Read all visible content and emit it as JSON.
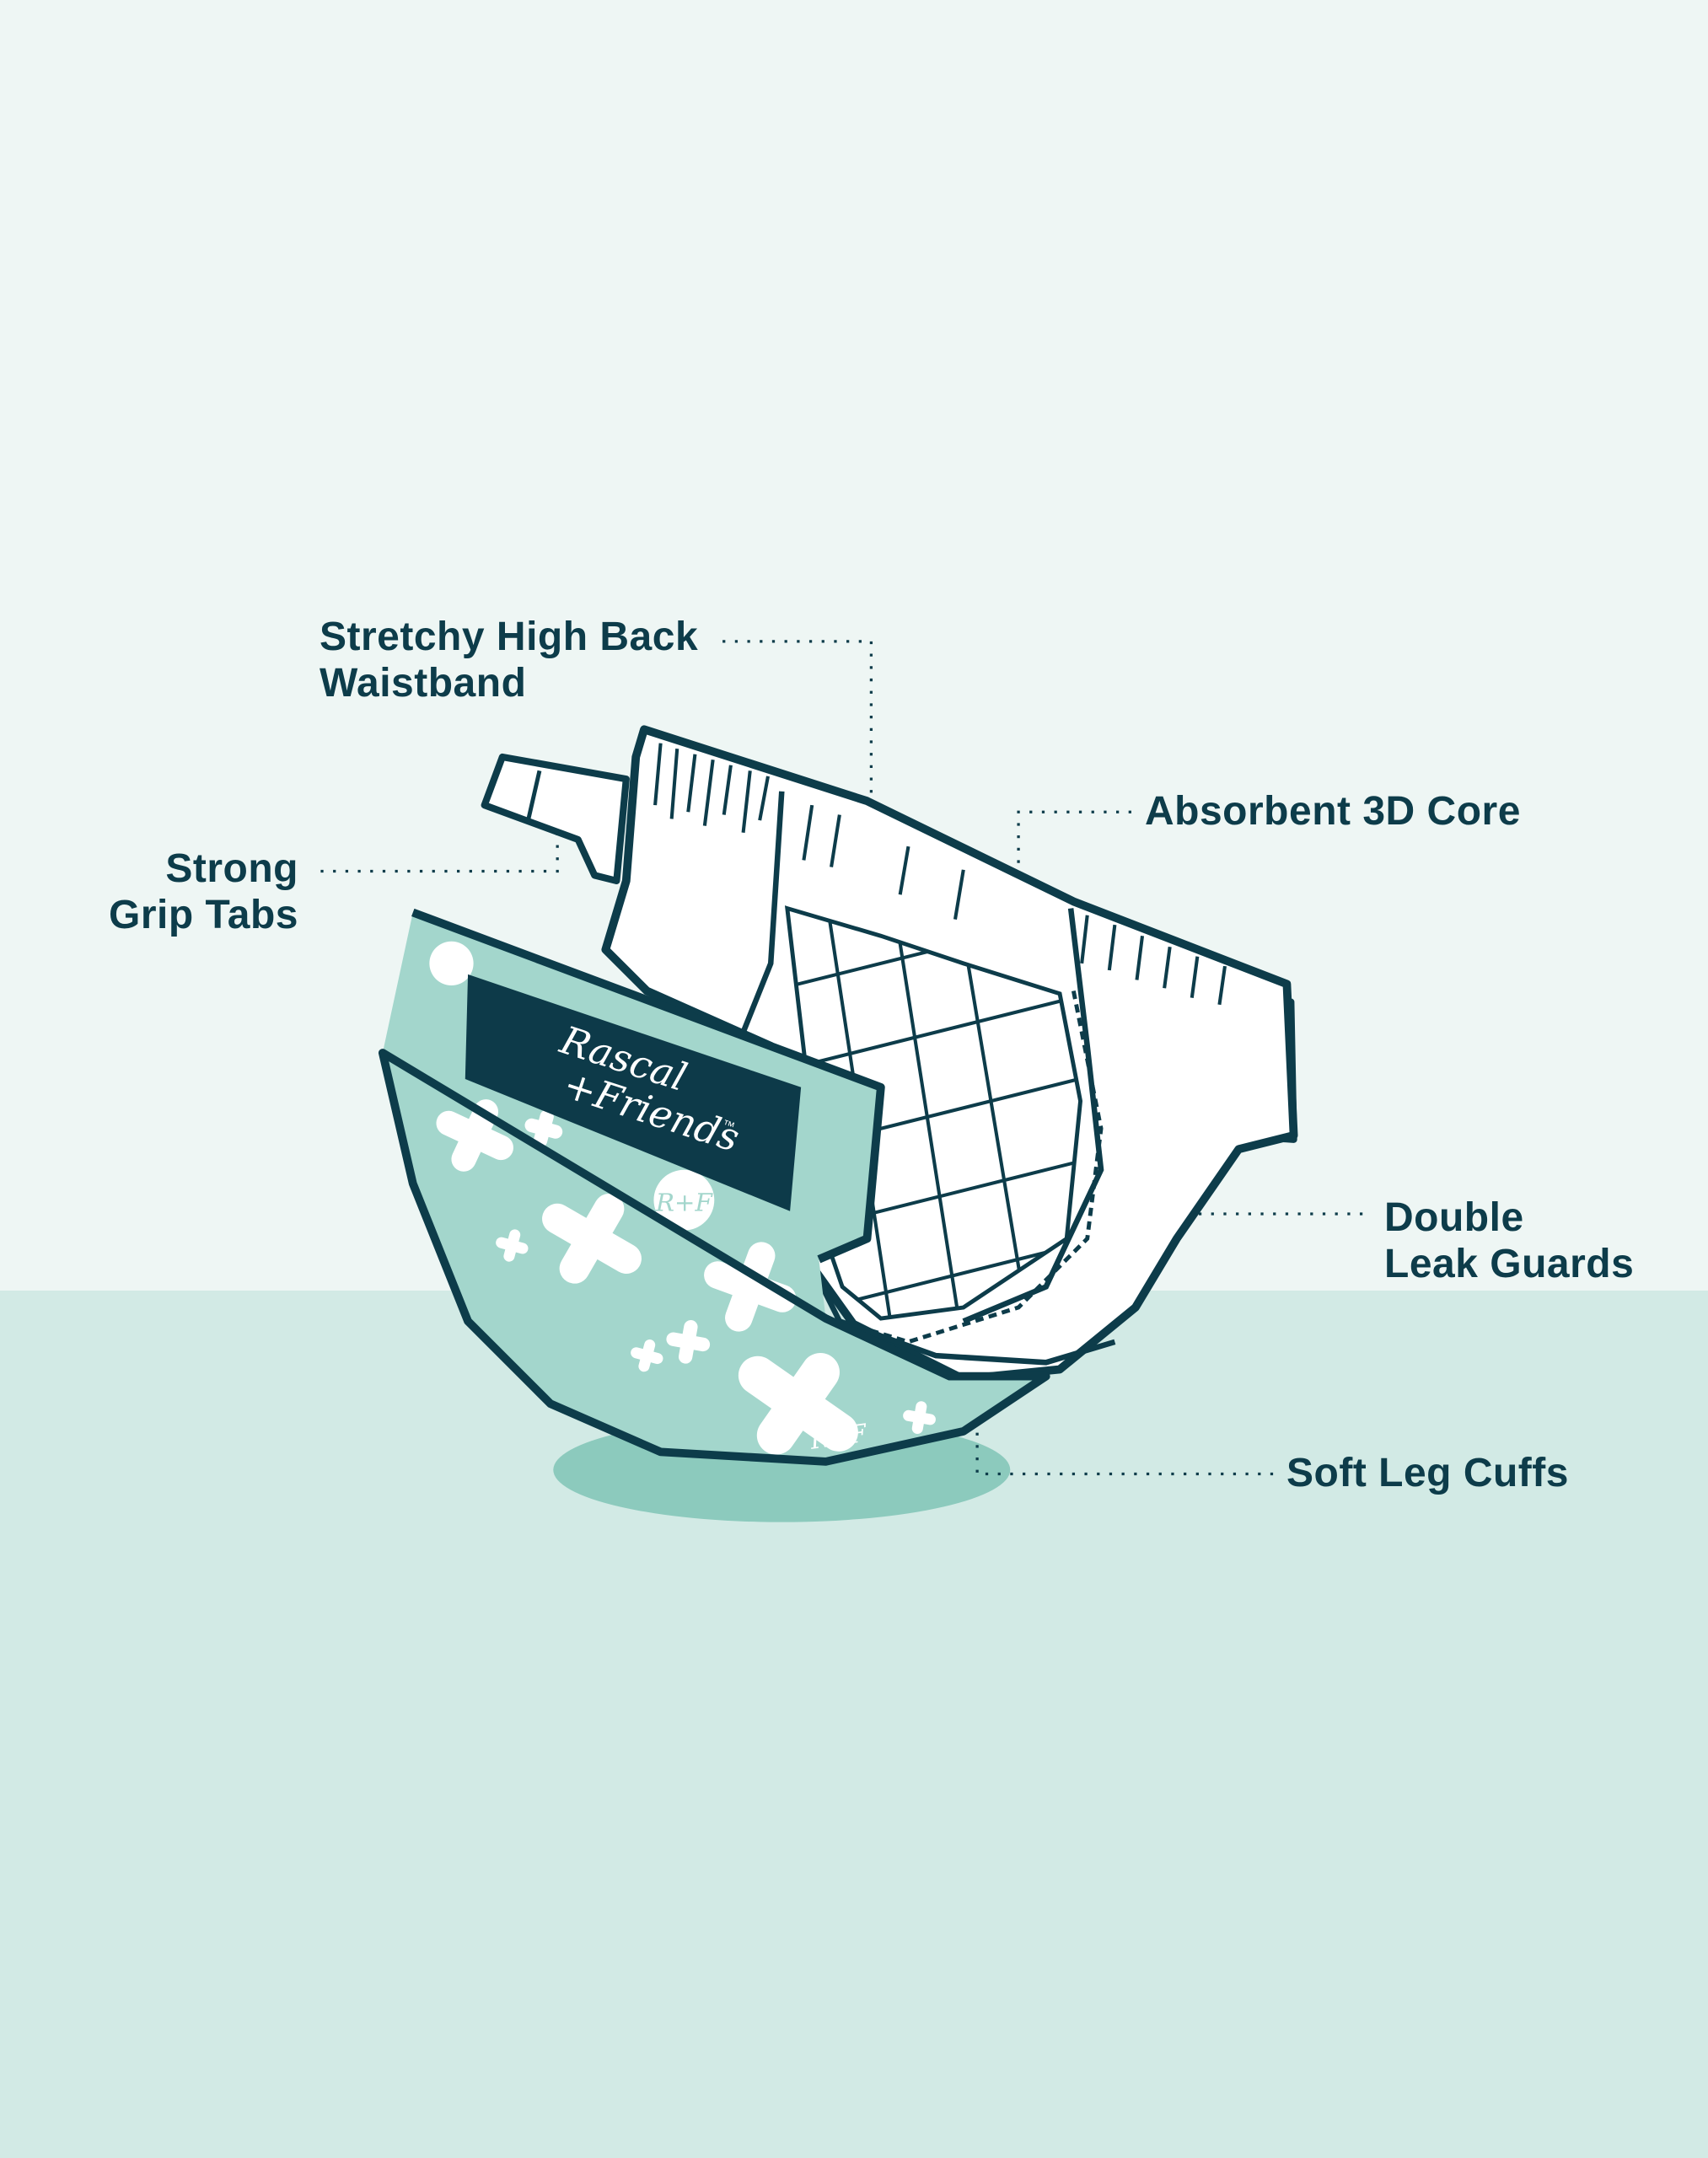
{
  "colors": {
    "background_top": "#eef6f4",
    "floor": "#d2eae5",
    "ink": "#0d3c4a",
    "print_teal": "#a3d6cc",
    "shadow": "#8ccabd"
  },
  "labels": {
    "waistband": {
      "line1": "Stretchy High Back",
      "line2": "Waistband"
    },
    "tabs": {
      "line1": "Strong",
      "line2": "Grip Tabs"
    },
    "core": {
      "line1": "Absorbent 3D Core"
    },
    "leak_guards": {
      "line1": "Double",
      "line2": "Leak Guards"
    },
    "leg_cuffs": {
      "line1": "Soft Leg Cuffs"
    }
  },
  "logo": {
    "line1": "Rascal",
    "line2": "+Friends",
    "trademark": "™",
    "monogram": "R+F"
  }
}
